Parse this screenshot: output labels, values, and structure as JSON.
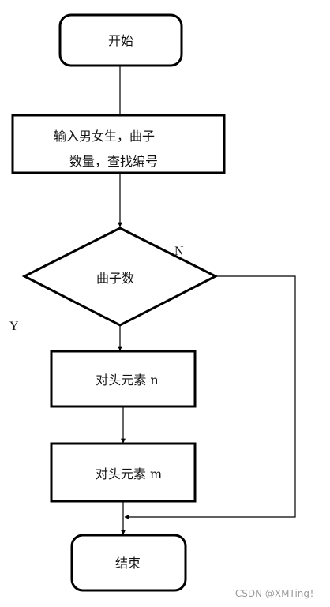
{
  "diagram": {
    "start": {
      "label": "开始"
    },
    "input": {
      "line1": "输入男女生，曲子",
      "line2": "数量，查找编号"
    },
    "decision": {
      "label": "曲子数"
    },
    "branch_no": {
      "label": "N"
    },
    "branch_yes": {
      "label": "Y"
    },
    "process_n": {
      "label": "对头元素 n"
    },
    "process_m": {
      "label": "对头元素 m"
    },
    "end": {
      "label": "结束"
    }
  },
  "watermark": {
    "text": "CSDN @XMTing！"
  }
}
